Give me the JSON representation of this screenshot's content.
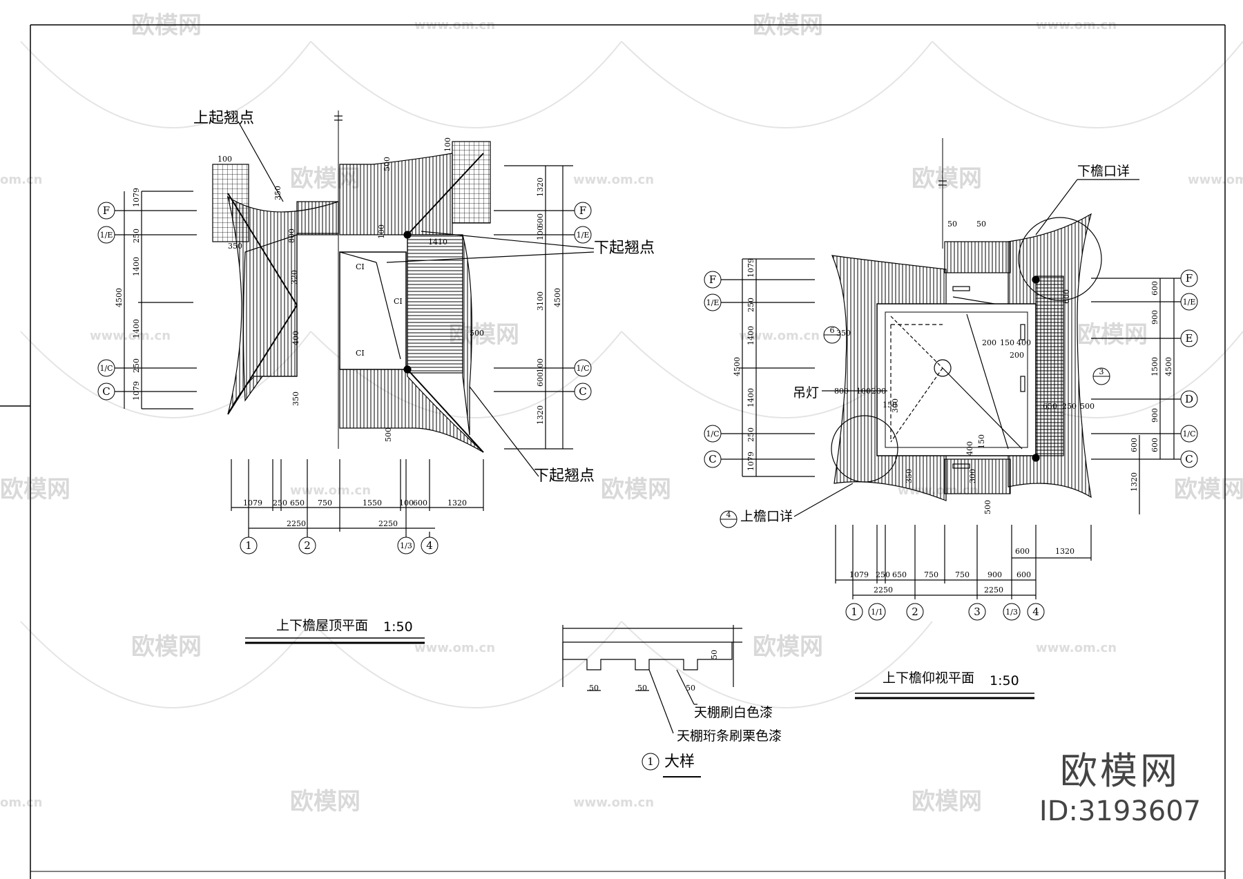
{
  "plans": {
    "roof_plan": {
      "title": "上下檐屋顶平面",
      "scale": "1:50"
    },
    "ceiling_plan": {
      "title": "上下檐仰视平面",
      "scale": "1:50"
    }
  },
  "annotations": {
    "upper_flying_point": "上起翘点",
    "lower_flying_point_a": "下起翘点",
    "lower_flying_point_b": "下起翘点",
    "lower_eave_detail": "下檐口详",
    "upper_eave_detail": "上檐口详",
    "pendant_lamp": "吊灯",
    "ceiling_white": "天棚刷白色漆",
    "ceiling_purlin": "天棚珩条刷栗色漆",
    "detail_title": "大样",
    "detail_no": "1",
    "ridge_label": "CI"
  },
  "roof_dims": {
    "left_row": [
      "1079",
      "250",
      "1400",
      "1400",
      "250",
      "1079"
    ],
    "left_total": "4500",
    "right_row": [
      "1320",
      "600",
      "100",
      "3100",
      "100",
      "600",
      "1320"
    ],
    "right_total": "4500",
    "bottom_row": [
      "1079",
      "250",
      "650",
      "750",
      "1550",
      "100",
      "600",
      "1320"
    ],
    "bottom_total": [
      "2250",
      "2250"
    ],
    "misc": [
      "100",
      "100",
      "350",
      "350",
      "500",
      "500",
      "1410",
      "800",
      "320",
      "350",
      "400",
      "100"
    ]
  },
  "ceiling_dims": {
    "left_row": [
      "1079",
      "250",
      "1400",
      "1400",
      "250",
      "1079"
    ],
    "left_total": "4500",
    "right_row": [
      "600",
      "900",
      "1500",
      "900",
      "600",
      "1320"
    ],
    "right_total": "4500",
    "bottom_row": [
      "1079",
      "250",
      "650",
      "750",
      "750",
      "900",
      "600"
    ],
    "bottom_upper": [
      "600",
      "1320"
    ],
    "bottom_total": [
      "2250",
      "2250"
    ],
    "misc": [
      "50",
      "50",
      "200",
      "150",
      "400",
      "200",
      "800",
      "100",
      "200",
      "150",
      "650",
      "250",
      "500",
      "350",
      "300",
      "600",
      "300",
      "500",
      "400",
      "150",
      "350"
    ]
  },
  "detail_dims": [
    "50",
    "50",
    "50",
    "50"
  ],
  "axes_rows": [
    "F",
    "1/E",
    "1/C",
    "C"
  ],
  "axes_rows_ceiling": [
    "F",
    "1/E",
    "E",
    "D",
    "1/C",
    "C"
  ],
  "axes_cols": [
    "1",
    "2",
    "1/3",
    "4"
  ],
  "axes_cols_ceiling": [
    "1",
    "1/1",
    "2",
    "3",
    "1/3",
    "4"
  ],
  "detail_refs": [
    "6",
    "3",
    "4"
  ],
  "watermark": {
    "text": "欧模网",
    "url": "www.om.cn",
    "url_short": "om.cn"
  },
  "brand": {
    "name": "欧模网",
    "id": "ID:3193607"
  }
}
